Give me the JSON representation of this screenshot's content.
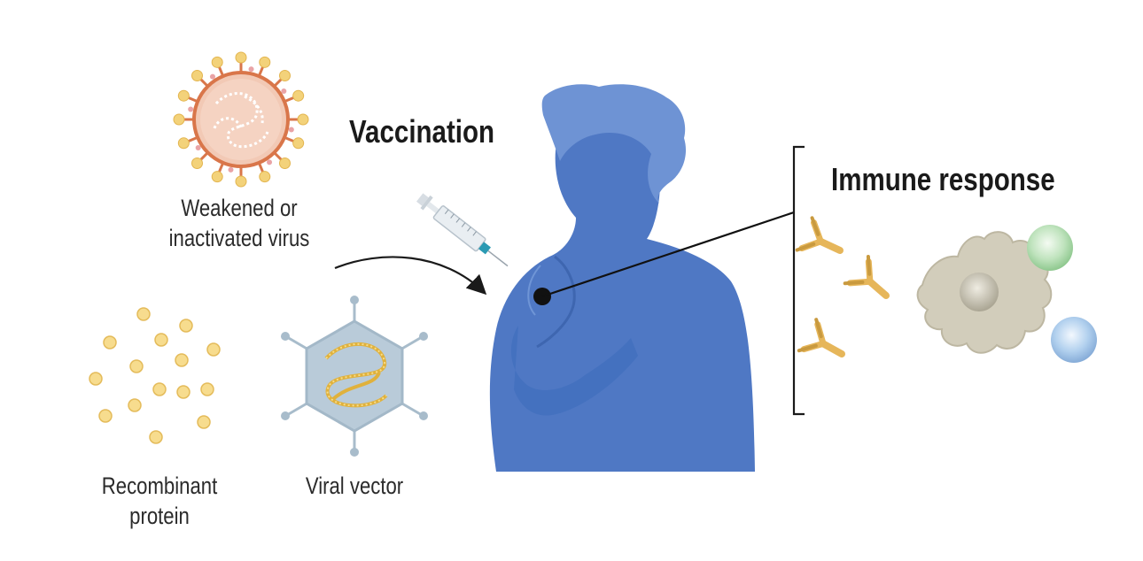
{
  "labels": {
    "vaccination": "Vaccination",
    "immune_response": "Immune response",
    "weakened_virus_line1": "Weakened or",
    "weakened_virus_line2": "inactivated virus",
    "recombinant_line1": "Recombinant",
    "recombinant_line2": "protein",
    "viral_vector": "Viral vector"
  },
  "colors": {
    "person": "#4f78c4",
    "person_light": "#6e93d4",
    "virus_body": "#f2c9b5",
    "virus_spike": "#f3d27a",
    "protein_dot": "#f7dc8e",
    "vector_shell": "#b9cbd9",
    "antibody": "#e6b65a",
    "macrophage": "#cfcab8",
    "cell_green": "#b8e0b8",
    "cell_blue": "#a9c9ea"
  },
  "icons": [
    "virus-icon",
    "syringe-icon",
    "protein-dots-icon",
    "viral-vector-icon",
    "person-silhouette",
    "antibody-icon",
    "macrophage-icon",
    "immune-cell-icon"
  ]
}
